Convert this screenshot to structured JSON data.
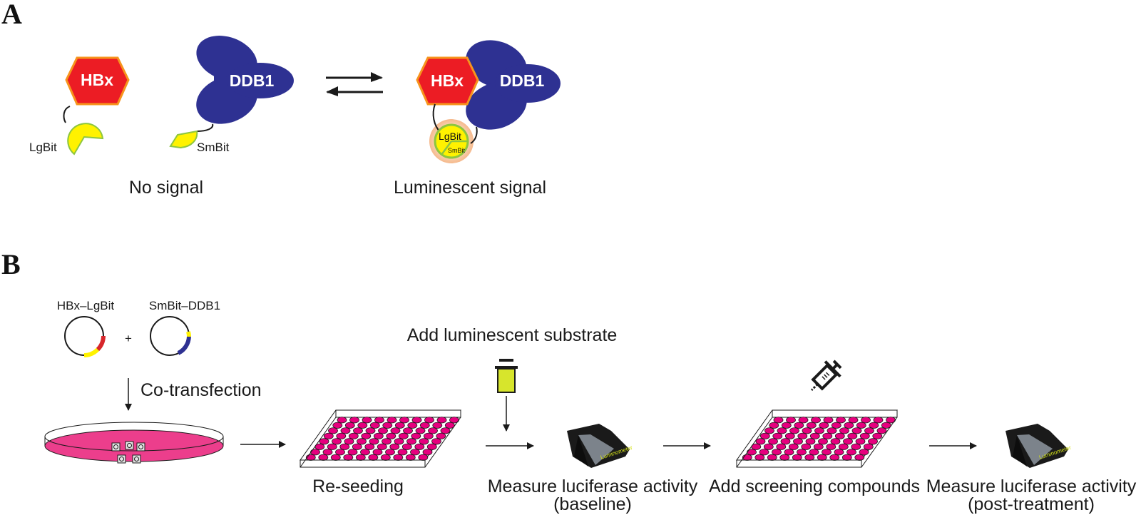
{
  "colors": {
    "hbx_fill": "#ec1c24",
    "hbx_border": "#f7941d",
    "ddb1_fill": "#2e3192",
    "bit_fill": "#fff200",
    "bit_border": "#8dc63f",
    "glow": "#f5b98c",
    "medium_pink": "#ec3e8c",
    "well_pink": "#e6007e",
    "substrate_yellow": "#d7e52c",
    "luminometer_body": "#1a1a1a",
    "luminometer_face": "#808890",
    "ink": "#1a1a1a"
  },
  "panel_a": {
    "label": "A",
    "left_state": {
      "hbx_label": "HBx",
      "ddb1_label": "DDB1",
      "lgbit_label": "LgBit",
      "smbit_label": "SmBit",
      "caption": "No signal"
    },
    "equilibrium_icon": "reversible-arrows",
    "right_state": {
      "hbx_label": "HBx",
      "ddb1_label": "DDB1",
      "lgbit_label": "LgBit",
      "smbit_label": "SmBit",
      "caption": "Luminescent signal"
    }
  },
  "panel_b": {
    "label": "B",
    "plasmids": [
      {
        "label": "HBx–LgBit",
        "segments": [
          "red",
          "yellow"
        ]
      },
      {
        "label": "SmBit–DDB1",
        "segments": [
          "yellow",
          "blue"
        ]
      }
    ],
    "plus": "+",
    "cotransfection_label": "Co-transfection",
    "substrate_label": "Add luminescent substrate",
    "plate": {
      "rows": 8,
      "cols": 10
    },
    "steps": [
      {
        "icon": "petri-dish",
        "caption_lines": []
      },
      {
        "icon": "well-plate",
        "caption_lines": [
          "Re-seeding"
        ]
      },
      {
        "icon": "luminometer",
        "device_label": "Luminometer",
        "caption_lines": [
          "Measure luciferase activity",
          "(baseline)"
        ]
      },
      {
        "icon": "well-plate",
        "caption_lines": [
          "Add screening compounds"
        ]
      },
      {
        "icon": "luminometer",
        "device_label": "Luminometer",
        "caption_lines": [
          "Measure luciferase activity",
          "(post-treatment)"
        ]
      }
    ]
  }
}
